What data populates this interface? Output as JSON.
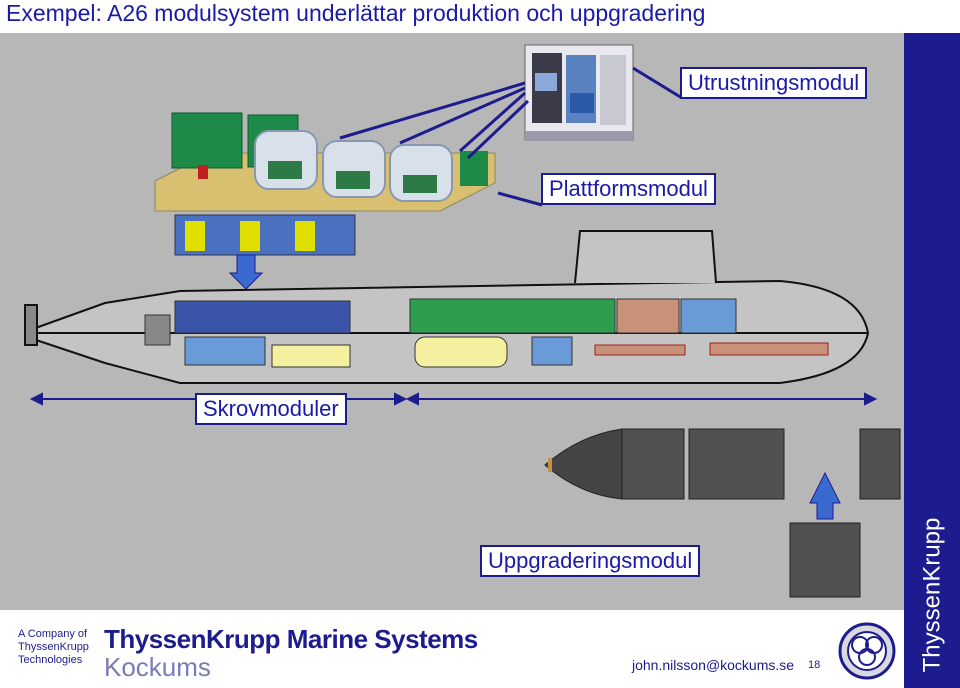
{
  "slide": {
    "title": "Exempel: A26 modulsystem underlättar produktion och uppgradering"
  },
  "labels": {
    "utrustningsmodul": "Utrustningsmodul",
    "plattformsmodul": "Plattformsmodul",
    "skrovmoduler": "Skrovmoduler",
    "uppgraderingsmodul": "Uppgraderingsmodul"
  },
  "footer": {
    "company_line1": "A Company of",
    "company_line2": "ThyssenKrupp",
    "company_line3": "Technologies",
    "brand_name": "ThyssenKrupp Marine Systems",
    "sub_brand": "Kockums",
    "email": "john.nilsson@kockums.se",
    "page_number": "18",
    "vertical_brand": "ThyssenKrupp"
  },
  "colors": {
    "title_blue": "#1a1aa8",
    "navy": "#1c1c8e",
    "canvas_gray": "#b7b7b7",
    "module_green": "#2e9e4e",
    "module_blue": "#3a55a8"
  }
}
